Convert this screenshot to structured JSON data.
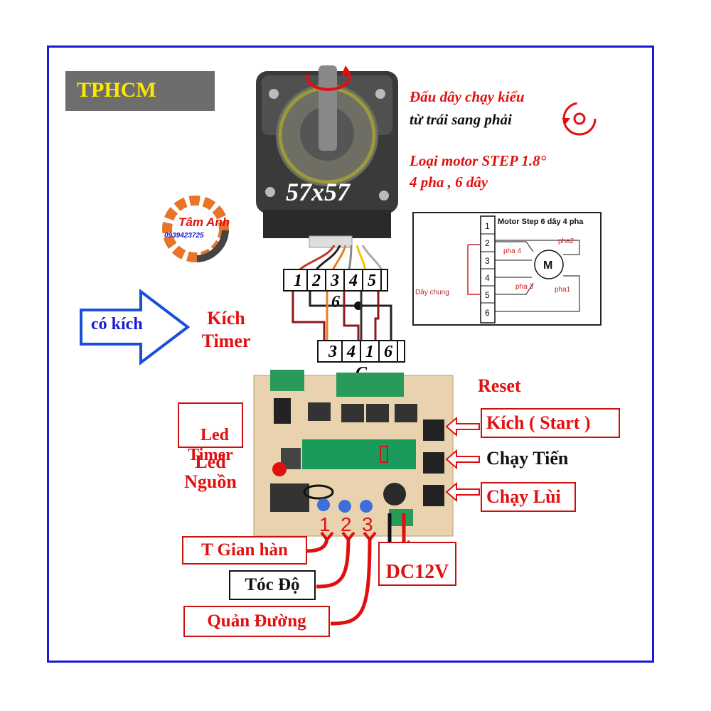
{
  "header": {
    "city_badge": "TPHCM"
  },
  "brand": {
    "name": "Tâm Anh",
    "phone": "0939423725"
  },
  "motor": {
    "size_label": "57x57",
    "wiring_title": "Đấu dây chạy  kiểu",
    "wiring_direction": "từ trái sang phải",
    "type_label": "Loại motor STEP 1.8°",
    "phase_label": "4 pha , 6 dây",
    "pins_top": [
      "1",
      "2",
      "3",
      "4",
      "5",
      "6"
    ],
    "pins_board": [
      "3",
      "4",
      "1",
      "6",
      "C"
    ]
  },
  "schematic": {
    "title": "Motor Step 6 dây 4 pha",
    "pins": [
      "1",
      "2",
      "3",
      "4",
      "5",
      "6"
    ],
    "motor_symbol": "M",
    "common_label": "Dây chung",
    "phases": [
      "pha2",
      "pha 4",
      "pha 3",
      "pha1"
    ]
  },
  "labels": {
    "trigger_input": "có kích",
    "trigger_timer": "Kích\nTimer",
    "led_timer": "Led\nTimer",
    "led_power": "Led\nNguồn",
    "reset": "Reset",
    "start": "Kích ( Start )",
    "forward": "Chạy Tiến",
    "reverse": "Chạy Lùi",
    "pot_numbers": [
      "1",
      "2",
      "3"
    ],
    "weld_time": "T Gian hàn",
    "speed": "Tóc Độ",
    "distance": "Quản Đường",
    "power_minus": "-",
    "power_plus": "+",
    "power": "DC12V"
  },
  "colors": {
    "frame": "#1818d8",
    "accent_red": "#e01010",
    "badge_bg": "#6d6d6d",
    "badge_text": "#ffe800",
    "pcb": "#e9d3ae"
  }
}
